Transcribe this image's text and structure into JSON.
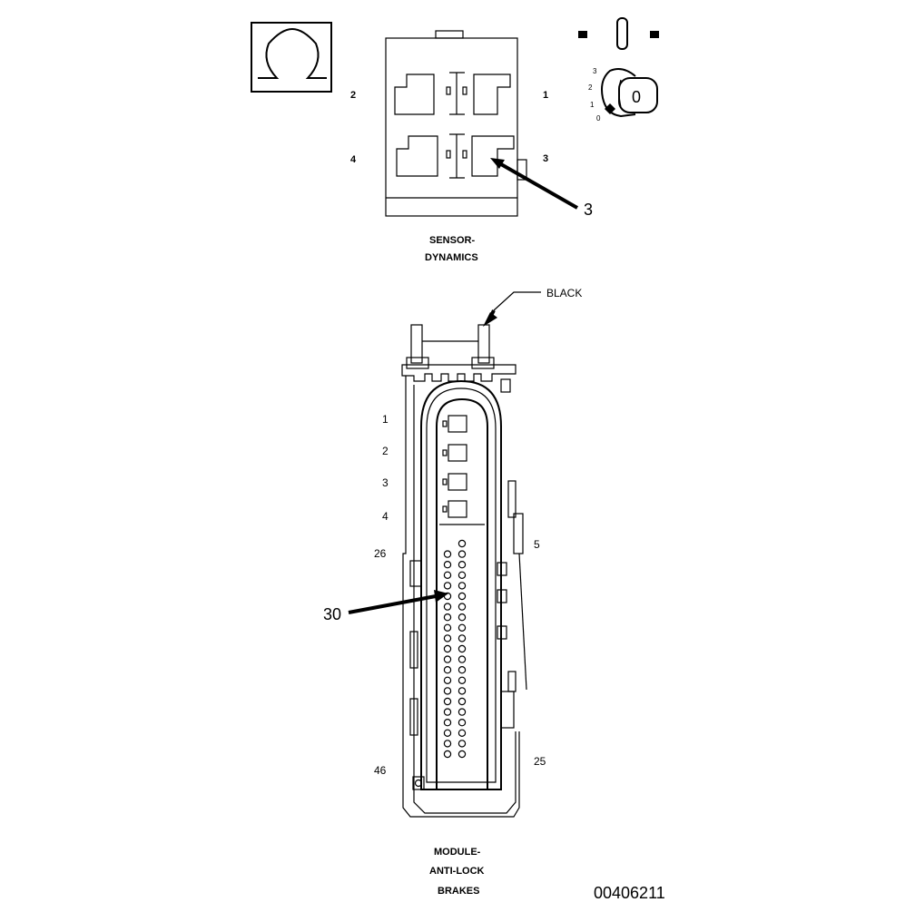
{
  "document_id": "00406211",
  "sensor_connector": {
    "caption_line1": "SENSOR-",
    "caption_line2": "DYNAMICS",
    "pin_labels": [
      "1",
      "2",
      "3",
      "4"
    ],
    "callout": "3"
  },
  "ignition_switch": {
    "position_labels": [
      "3",
      "2",
      "1",
      "0"
    ],
    "key_label": "0"
  },
  "abs_connector": {
    "caption_line1": "MODULE-",
    "caption_line2": "ANTI-LOCK",
    "caption_line3": "BRAKES",
    "color_label": "BLACK",
    "pin_labels": [
      "1",
      "2",
      "3",
      "4",
      "26",
      "5",
      "46",
      "25"
    ],
    "callout": "30"
  },
  "icons": [
    "omega-symbol-icon",
    "ignition-key-icon"
  ]
}
